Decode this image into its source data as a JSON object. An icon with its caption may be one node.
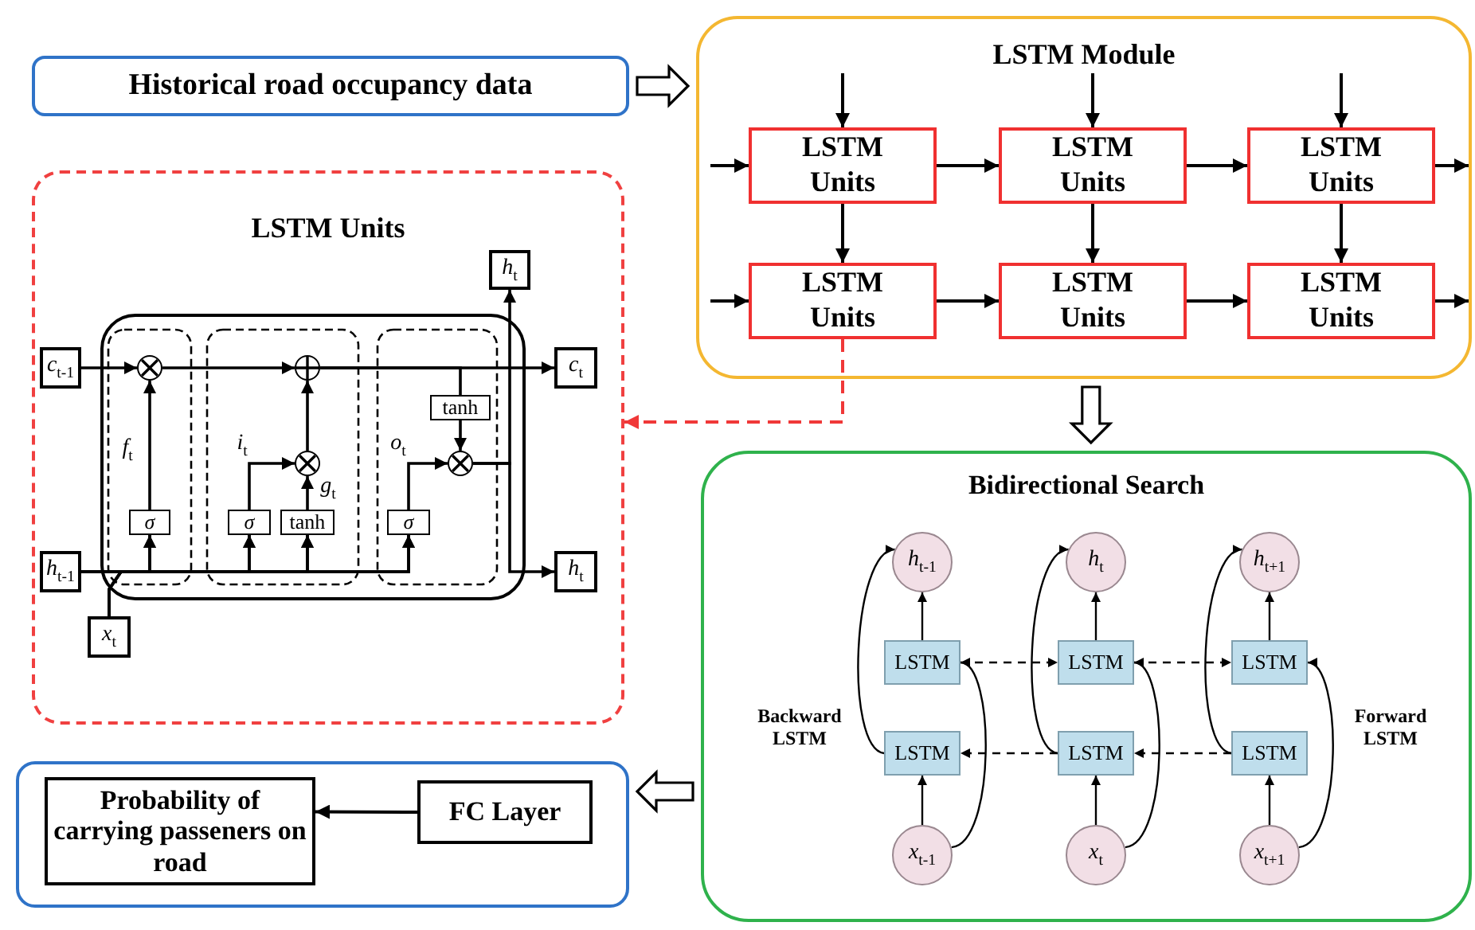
{
  "diagram": {
    "nodes": [
      {
        "text": [
          "Historical road occupancy data"
        ]
      },
      {
        "text": [
          "LSTM Module"
        ]
      },
      {
        "text": [
          "LSTM Units"
        ],
        "in": 1
      },
      {
        "text": [
          "LSTM Units"
        ],
        "in": 1
      },
      {
        "text": [
          "LSTM Units"
        ],
        "in": 1
      },
      {
        "text": [
          "LSTM Units"
        ],
        "in": 1
      },
      {
        "text": [
          "LSTM Units"
        ],
        "in": 1
      },
      {
        "text": [
          "LSTM Units"
        ],
        "in": 1
      },
      {
        "text": [
          "LSTM Units"
        ]
      },
      {
        "text": [],
        "shape": "box",
        "in": 8
      },
      {
        "text": [
          "*c*$_{t-1}$"
        ],
        "in": 8
      },
      {
        "text": [
          "*h*$_{t-1}$"
        ],
        "in": 8
      },
      {
        "text": [
          "*x*$_{t}$"
        ],
        "in": 8
      },
      {
        "text": [
          "*h*$_{t}$"
        ],
        "in": 8
      },
      {
        "text": [
          "*c*$_{t}$"
        ],
        "in": 8
      },
      {
        "text": [
          "*h*$_{t}$"
        ],
        "in": 8
      },
      {
        "text": [],
        "shape": "circle",
        "in": 9
      },
      {
        "text": [],
        "shape": "circle",
        "in": 9
      },
      {
        "text": [],
        "shape": "circle",
        "in": 9
      },
      {
        "text": [],
        "shape": "circle",
        "in": 9
      },
      {
        "text": [
          "σ"
        ],
        "in": 9
      },
      {
        "text": [
          "σ"
        ],
        "in": 9
      },
      {
        "text": [
          "tanh"
        ],
        "in": 9
      },
      {
        "text": [
          "σ"
        ],
        "in": 9
      },
      {
        "text": [
          "tanh"
        ],
        "in": 9
      },
      {
        "text": [
          "Bidirectional Search"
        ]
      },
      {
        "text": [
          "*h*$_{t-1}$"
        ],
        "in": 25
      },
      {
        "text": [
          "*h*$_{t}$"
        ],
        "in": 25
      },
      {
        "text": [
          "*h*$_{t+1}$"
        ],
        "in": 25
      },
      {
        "text": [
          "LSTM"
        ],
        "in": 25
      },
      {
        "text": [
          "LSTM"
        ],
        "in": 25
      },
      {
        "text": [
          "LSTM"
        ],
        "in": 25
      },
      {
        "text": [
          "LSTM"
        ],
        "in": 25
      },
      {
        "text": [
          "LSTM"
        ],
        "in": 25
      },
      {
        "text": [
          "LSTM"
        ],
        "in": 25
      },
      {
        "text": [
          "*x*$_{t-1}$"
        ],
        "in": 25
      },
      {
        "text": [
          "*x*$_{t}$"
        ],
        "in": 25
      },
      {
        "text": [
          "*x*$_{t+1}$"
        ],
        "in": 25
      },
      {
        "text": [],
        "shape": "box"
      },
      {
        "text": [
          "Probability of carrying passeners on road"
        ],
        "in": 38
      },
      {
        "text": [
          "FC Layer"
        ],
        "in": 38
      }
    ],
    "edges": [
      {
        "from": 0,
        "to": 1,
        "arrow": "to",
        "style": "thick"
      },
      {
        "from": null,
        "to": 2,
        "arrow": "to"
      },
      {
        "from": null,
        "to": 3,
        "arrow": "to"
      },
      {
        "from": null,
        "to": 4,
        "arrow": "to"
      },
      {
        "from": null,
        "to": 2,
        "arrow": "to"
      },
      {
        "from": null,
        "to": 5,
        "arrow": "to"
      },
      {
        "from": 2,
        "to": 3,
        "arrow": "to"
      },
      {
        "from": 3,
        "to": 4,
        "arrow": "to"
      },
      {
        "from": 4,
        "to": null,
        "arrow": "to"
      },
      {
        "from": 2,
        "to": 5,
        "arrow": "to"
      },
      {
        "from": 3,
        "to": 6,
        "arrow": "to"
      },
      {
        "from": 4,
        "to": 7,
        "arrow": "to"
      },
      {
        "from": 5,
        "to": 6,
        "arrow": "to"
      },
      {
        "from": 6,
        "to": 7,
        "arrow": "to"
      },
      {
        "from": 7,
        "to": null,
        "arrow": "to"
      },
      {
        "from": 5,
        "to": 8,
        "arrow": "to",
        "style": "dashed",
        "color": "#f03838"
      },
      {
        "from": 10,
        "to": 16,
        "arrow": "to"
      },
      {
        "from": 16,
        "to": 17,
        "arrow": "to"
      },
      {
        "from": 17,
        "to": 14,
        "arrow": "to"
      },
      {
        "from": 17,
        "to": 24,
        "arrow": "none"
      },
      {
        "from": 24,
        "to": 19,
        "arrow": "to"
      },
      {
        "from": 20,
        "to": 16,
        "arrow": "to",
        "label": "*f*$_{t}$"
      },
      {
        "from": 21,
        "to": 18,
        "arrow": "to",
        "label": "*i*$_{t}$"
      },
      {
        "from": 22,
        "to": 18,
        "arrow": "to",
        "label": "*g*$_{t}$"
      },
      {
        "from": 18,
        "to": 17,
        "arrow": "to"
      },
      {
        "from": 23,
        "to": 19,
        "arrow": "to",
        "label": "*o*$_{t}$"
      },
      {
        "from": 19,
        "to": 15,
        "arrow": "to"
      },
      {
        "from": 19,
        "to": 13,
        "arrow": "to"
      },
      {
        "from": 11,
        "to": 20,
        "arrow": "to"
      },
      {
        "from": 11,
        "to": 21,
        "arrow": "to"
      },
      {
        "from": 11,
        "to": 22,
        "arrow": "to"
      },
      {
        "from": 11,
        "to": 23,
        "arrow": "to"
      },
      {
        "from": 12,
        "to": 20,
        "arrow": "to"
      },
      {
        "from": 12,
        "to": 21,
        "arrow": "to"
      },
      {
        "from": 12,
        "to": 22,
        "arrow": "to"
      },
      {
        "from": 12,
        "to": 23,
        "arrow": "to"
      },
      {
        "from": 29,
        "to": 26,
        "arrow": "to"
      },
      {
        "from": 30,
        "to": 27,
        "arrow": "to"
      },
      {
        "from": 31,
        "to": 28,
        "arrow": "to"
      },
      {
        "from": 29,
        "to": 30,
        "arrow": "to",
        "style": "dashed"
      },
      {
        "from": 30,
        "to": 31,
        "arrow": "to",
        "style": "dashed"
      },
      {
        "from": 34,
        "to": 33,
        "arrow": "to",
        "style": "dashed"
      },
      {
        "from": 33,
        "to": 32,
        "arrow": "to",
        "style": "dashed"
      },
      {
        "from": 35,
        "to": 32,
        "arrow": "to"
      },
      {
        "from": 36,
        "to": 33,
        "arrow": "to"
      },
      {
        "from": 37,
        "to": 34,
        "arrow": "to"
      },
      {
        "from": 32,
        "to": 26,
        "arrow": "to"
      },
      {
        "from": 33,
        "to": 27,
        "arrow": "to"
      },
      {
        "from": 34,
        "to": 28,
        "arrow": "to"
      },
      {
        "from": 35,
        "to": 29,
        "arrow": "to"
      },
      {
        "from": 36,
        "to": 30,
        "arrow": "to"
      },
      {
        "from": 37,
        "to": 31,
        "arrow": "to"
      },
      {
        "from": 1,
        "to": 25,
        "arrow": "to",
        "style": "thick"
      },
      {
        "from": 25,
        "to": 38,
        "arrow": "to",
        "style": "thick"
      },
      {
        "from": 40,
        "to": 39,
        "arrow": "to"
      }
    ],
    "labels": [
      "Backward LSTM",
      "Forward LSTM"
    ]
  }
}
